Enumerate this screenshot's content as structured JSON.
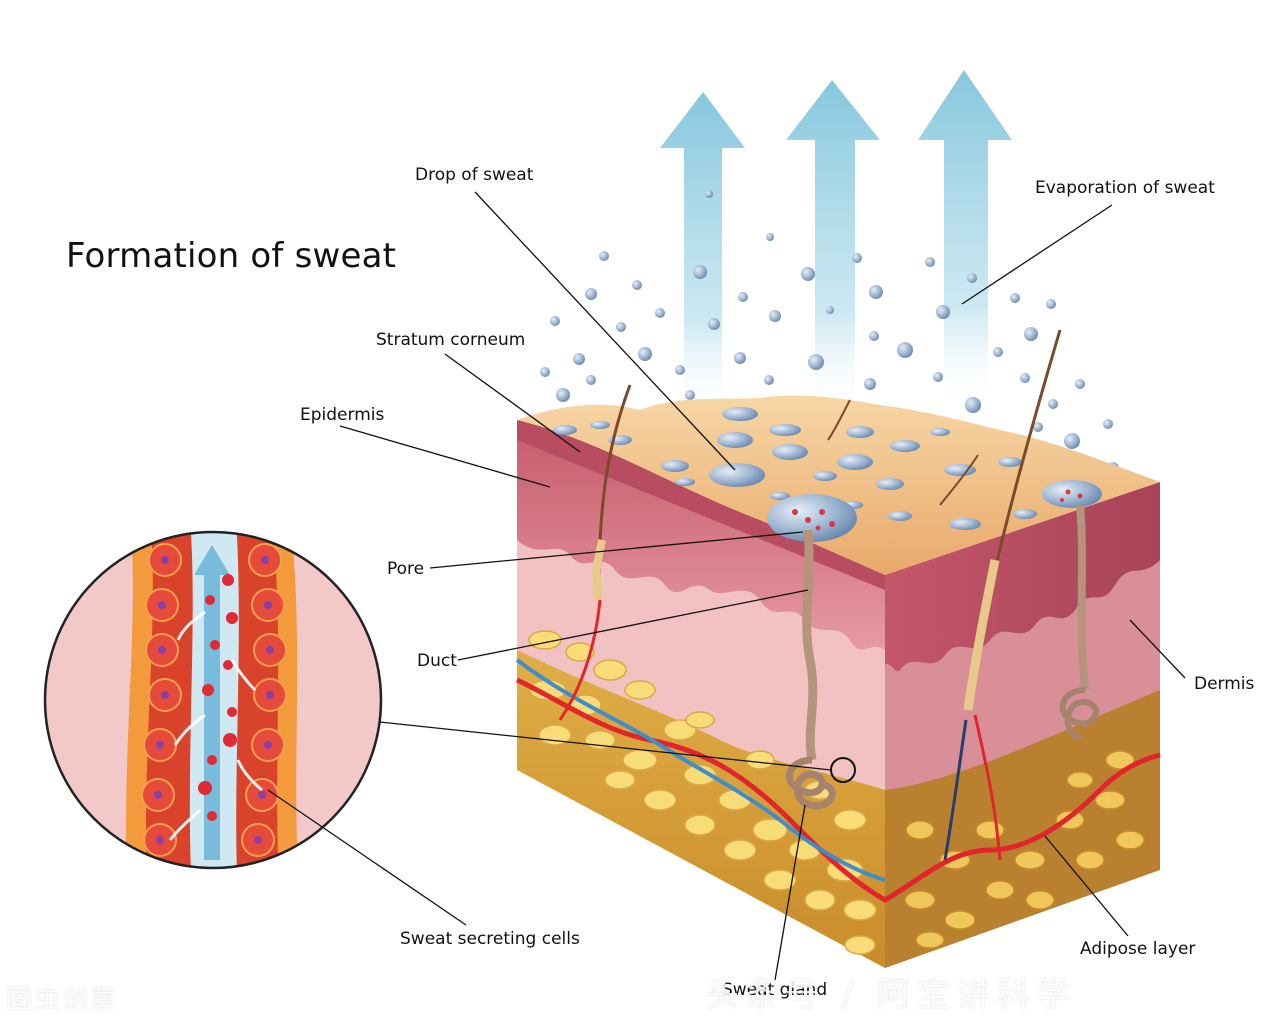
{
  "title": "Formation of sweat",
  "labels": {
    "drop": "Drop of sweat",
    "evaporation": "Evaporation of sweat",
    "stratum": "Stratum corneum",
    "epidermis": "Epidermis",
    "pore": "Pore",
    "duct": "Duct",
    "dermis": "Dermis",
    "secreting": "Sweat secreting cells",
    "gland": "Sweat gland",
    "adipose": "Adipose layer"
  },
  "watermark_left": "图虫创意",
  "watermark_right": "头条号 / 阿宝讲科学",
  "colors": {
    "arrow": "#8fcbe0",
    "droplet": "#8faccb",
    "surface": "#f2c28c",
    "epidermis": "#c9606f",
    "dermis": "#f0c1c0",
    "fat": "#f6d56a",
    "artery": "#e0262b",
    "vein": "#3f8ec9",
    "gland": "#b5937c"
  }
}
